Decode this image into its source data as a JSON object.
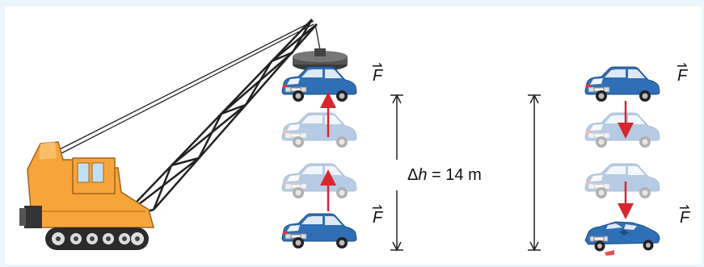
{
  "labels": {
    "force_symbol": "F",
    "vector_arrow": "⇀",
    "delta": "Δ",
    "height_var": "h",
    "height_rest": " = 14 m"
  },
  "colors": {
    "background": "#eaf6fc",
    "panel": "#ffffff",
    "crane_body": "#f6a53a",
    "crane_dark": "#c97a1f",
    "car_blue": "#2f6fb5",
    "car_ghost": "#b7c9e2",
    "force_arrow": "#d8262f",
    "dimension_line": "#222222"
  },
  "icons": [
    "crane-icon",
    "car-icon",
    "crushed-car-icon",
    "electromagnet-icon"
  ]
}
